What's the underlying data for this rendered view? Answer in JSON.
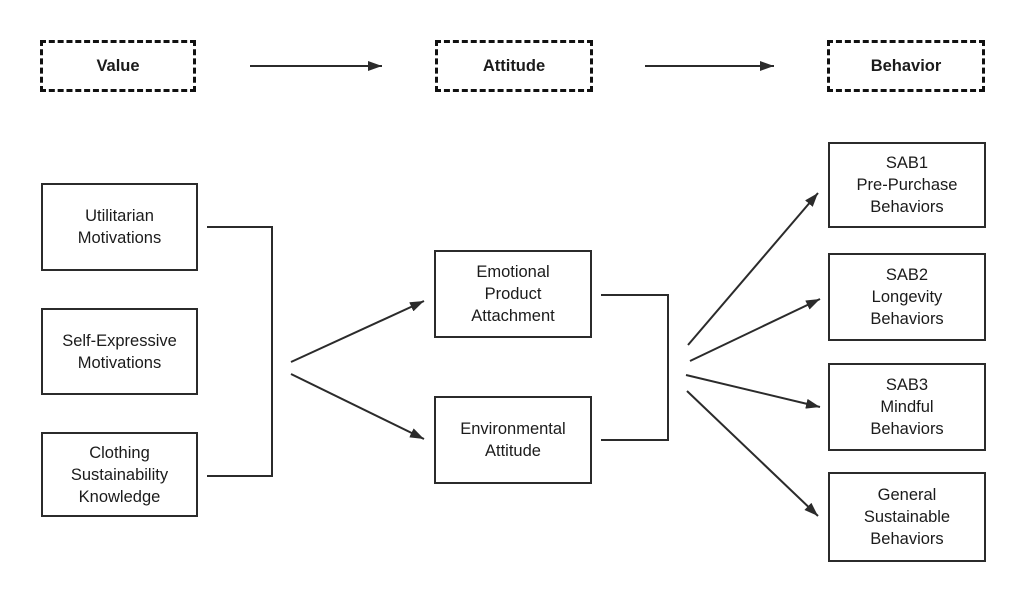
{
  "diagram": {
    "stages": [
      {
        "label": "Value"
      },
      {
        "label": "Attitude"
      },
      {
        "label": "Behavior"
      }
    ],
    "value_nodes": [
      {
        "label": "Utilitarian\nMotivations"
      },
      {
        "label": "Self-Expressive\nMotivations"
      },
      {
        "label": "Clothing\nSustainability\nKnowledge"
      }
    ],
    "attitude_nodes": [
      {
        "label": "Emotional\nProduct\nAttachment"
      },
      {
        "label": "Environmental\nAttitude"
      }
    ],
    "behavior_nodes": [
      {
        "label": "SAB1\nPre-Purchase\nBehaviors"
      },
      {
        "label": "SAB2\nLongevity\nBehaviors"
      },
      {
        "label": "SAB3\nMindful\nBehaviors"
      },
      {
        "label": "General\nSustainable\nBehaviors"
      }
    ],
    "colors": {
      "line": "#2b2b2b",
      "border": "#2b2b2b",
      "text": "#1b1b1b",
      "background": "#ffffff"
    }
  }
}
